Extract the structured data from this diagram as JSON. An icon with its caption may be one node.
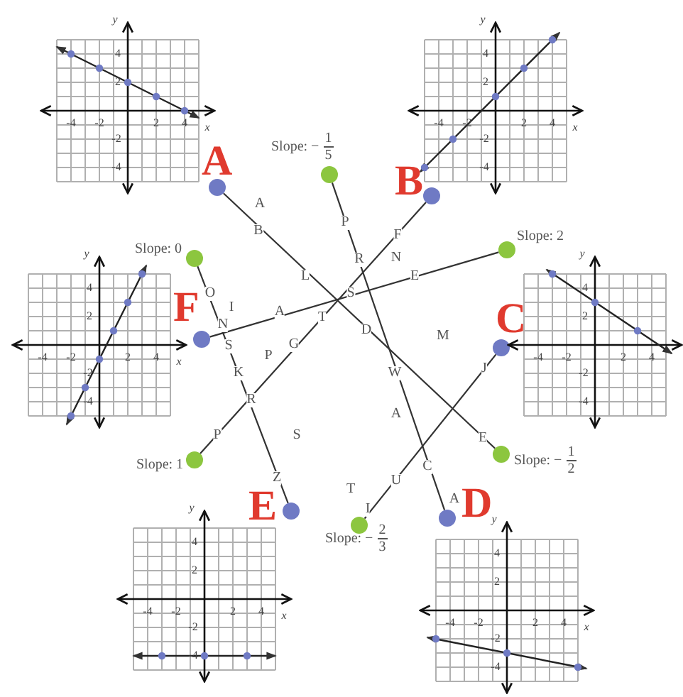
{
  "diagram": {
    "nodes": [
      {
        "text": [
          "y",
          "4",
          "2",
          "-4",
          "-2",
          "2",
          "4",
          "x",
          "-2",
          "-4"
        ]
      },
      {
        "text": [
          "y",
          "4",
          "2",
          "-4",
          "-2",
          "2",
          "4",
          "x",
          "-2",
          "-4"
        ]
      },
      {
        "text": [],
        "shape": "circle",
        "beside": [
          "Slope: −",
          "1",
          "5"
        ]
      },
      {
        "text": [],
        "shape": "circle",
        "beside": [
          "A"
        ]
      },
      {
        "text": [],
        "shape": "circle",
        "beside": [
          "B"
        ]
      },
      {
        "text": [],
        "shape": "circle",
        "beside": [
          "Slope: 2"
        ]
      },
      {
        "text": [],
        "shape": "circle",
        "beside": [
          "Slope: 0"
        ]
      },
      {
        "text": [
          "y",
          "4",
          "2",
          "-4",
          "-2",
          "2",
          "4",
          "x",
          "-2",
          "-4"
        ]
      },
      {
        "text": [],
        "shape": "circle",
        "beside": [
          "F"
        ]
      },
      {
        "text": [],
        "shape": "circle",
        "beside": [
          "C"
        ]
      },
      {
        "text": [
          "y",
          "4",
          "2",
          "-4",
          "-2",
          "2",
          "4",
          "-2",
          "-4"
        ]
      },
      {
        "text": [],
        "shape": "circle",
        "beside": [
          "Slope: −",
          "1",
          "2"
        ]
      },
      {
        "text": [],
        "shape": "circle",
        "beside": [
          "Slope: 1"
        ]
      },
      {
        "text": [],
        "shape": "circle",
        "beside": [
          "E"
        ]
      },
      {
        "text": [],
        "shape": "circle",
        "beside": [
          "D"
        ]
      },
      {
        "text": [],
        "shape": "circle",
        "beside": [
          "Slope: −",
          "2",
          "3"
        ]
      },
      {
        "text": [
          "y",
          "4",
          "2",
          "-4",
          "-2",
          "2",
          "4",
          "x",
          "-2",
          "-4"
        ]
      },
      {
        "text": [
          "y",
          "4",
          "2",
          "-4",
          "-2",
          "2",
          "4",
          "x",
          "-2",
          "-4"
        ]
      }
    ],
    "edges": [
      {
        "from": 3,
        "to": 11,
        "arrow": "none"
      },
      {
        "from": 4,
        "to": 12,
        "arrow": "none"
      },
      {
        "from": 9,
        "to": 15,
        "arrow": "none"
      },
      {
        "from": 14,
        "to": 2,
        "arrow": "none"
      },
      {
        "from": 13,
        "to": 6,
        "arrow": "none"
      },
      {
        "from": 8,
        "to": 5,
        "arrow": "none"
      }
    ],
    "labels": [
      "A",
      "P",
      "B",
      "F",
      "R",
      "N",
      "L",
      "E",
      "O",
      "S",
      "I",
      "A",
      "T",
      "N",
      "D",
      "M",
      "S",
      "G",
      "P",
      "K",
      "W",
      "J",
      "R",
      "A",
      "P",
      "S",
      "E",
      "C",
      "Z",
      "U",
      "T",
      "A",
      "I"
    ]
  }
}
